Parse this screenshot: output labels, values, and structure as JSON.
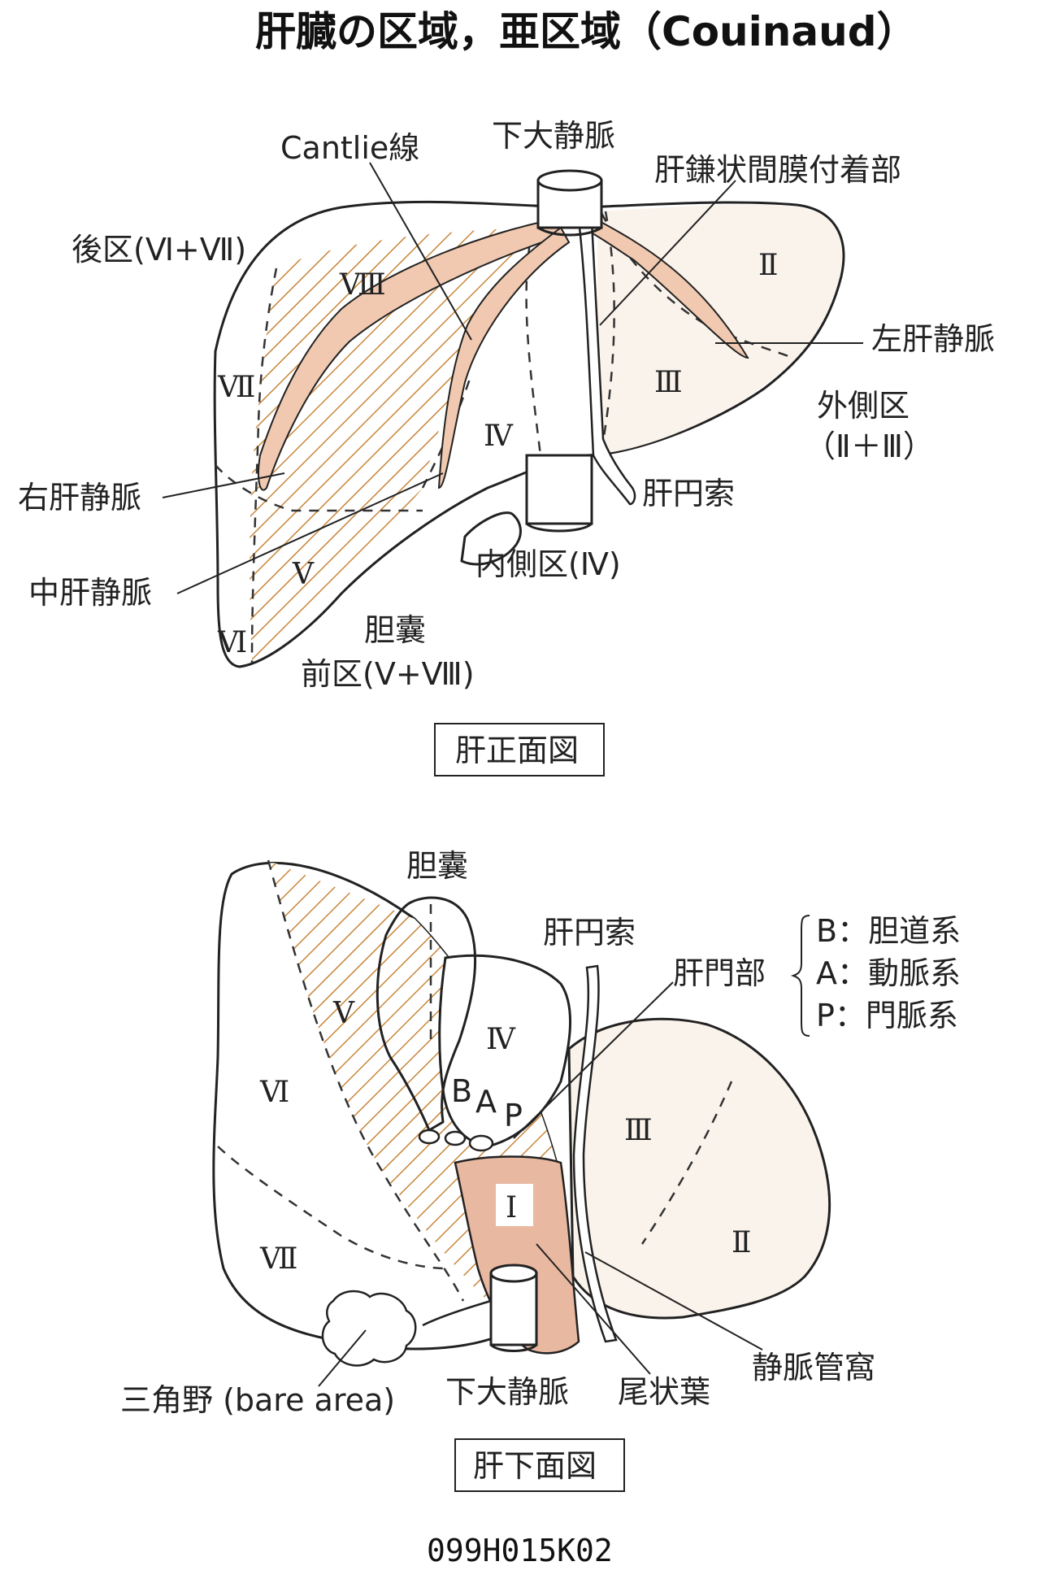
{
  "title": "肝臓の区域，亜区域（Couinaud）",
  "colors": {
    "hatch": "#c8863a",
    "vein_fill": "#f0c9b0",
    "caudate_fill": "#e8b8a0",
    "lateral_fill": "#faf3ec",
    "outline": "#222222"
  },
  "front_view": {
    "caption": "肝正面図",
    "labels": {
      "cantlie": "Cantlie線",
      "ivc": "下大静脈",
      "falciform": "肝鎌状間膜付着部",
      "posterior": "後区(Ⅵ+Ⅶ)",
      "left_hv": "左肝静脈",
      "lateral": "外側区",
      "lateral_sub": "（Ⅱ＋Ⅲ）",
      "right_hv": "右肝静脈",
      "round_lig": "肝円索",
      "medial": "内側区(Ⅳ)",
      "middle_hv": "中肝静脈",
      "gallbladder": "胆囊",
      "anterior": "前区(Ⅴ+Ⅷ)"
    },
    "segments": {
      "s2": "Ⅱ",
      "s3": "Ⅲ",
      "s4": "Ⅳ",
      "s5": "Ⅴ",
      "s6": "Ⅵ",
      "s7": "Ⅶ",
      "s8": "Ⅷ"
    }
  },
  "bottom_view": {
    "caption": "肝下面図",
    "labels": {
      "gallbladder": "胆囊",
      "round_lig": "肝円索",
      "hilum": "肝門部",
      "bare_area": "三角野 (bare area)",
      "ivc": "下大静脈",
      "caudate": "尾状葉",
      "venous_fossa": "静脈管窩"
    },
    "legend": [
      "B：胆道系",
      "A：動脈系",
      "P：門脈系"
    ],
    "hilum_letters": {
      "b": "B",
      "a": "A",
      "p": "P"
    },
    "segments": {
      "s1": "Ⅰ",
      "s2": "Ⅱ",
      "s3": "Ⅲ",
      "s4": "Ⅳ",
      "s5": "Ⅴ",
      "s6": "Ⅵ",
      "s7": "Ⅶ"
    }
  },
  "code": "099H015K02"
}
